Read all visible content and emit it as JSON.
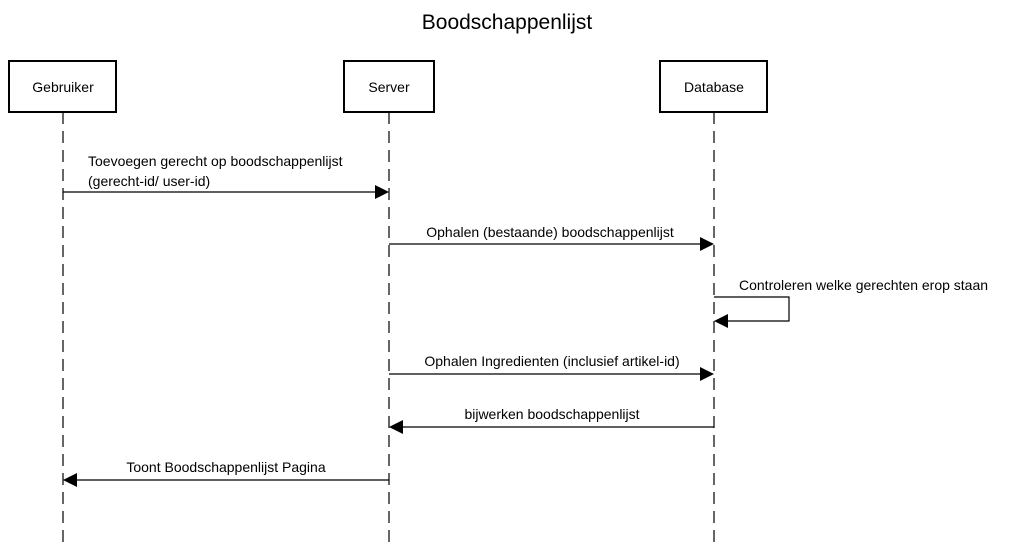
{
  "title": "Boodschappenlijst",
  "participants": [
    {
      "id": "gebruiker",
      "label": "Gebruiker"
    },
    {
      "id": "server",
      "label": "Server"
    },
    {
      "id": "database",
      "label": "Database"
    }
  ],
  "messages": [
    {
      "from": "gebruiker",
      "to": "server",
      "label_line1": "Toevoegen gerecht op boodschappenlijst",
      "label_line2": "(gerecht-id/ user-id)"
    },
    {
      "from": "server",
      "to": "database",
      "label_line1": "Ophalen (bestaande) boodschappenlijst"
    },
    {
      "from": "database",
      "to": "database",
      "label_line1": "Controleren welke gerechten erop staan"
    },
    {
      "from": "server",
      "to": "database",
      "label_line1": "Ophalen Ingredienten (inclusief artikel-id)"
    },
    {
      "from": "database",
      "to": "server",
      "label_line1": "bijwerken boodschappenlijst"
    },
    {
      "from": "server",
      "to": "gebruiker",
      "label_line1": "Toont Boodschappenlijst Pagina"
    }
  ]
}
